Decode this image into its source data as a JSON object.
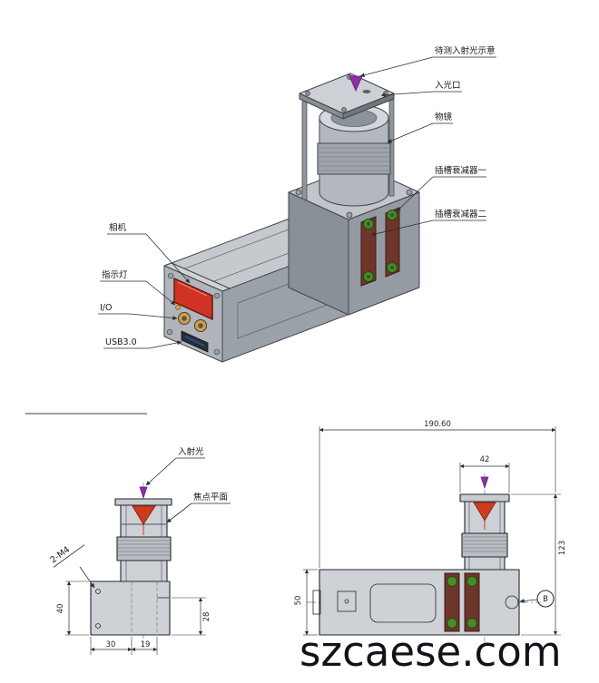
{
  "iso": {
    "incident_note": "待测入射光示意",
    "light_inlet": "入光口",
    "objective": "物镜",
    "attenuator1": "插槽衰减器一",
    "attenuator2": "插槽衰减器二",
    "camera": "相机",
    "indicator": "指示灯",
    "io": "I/O",
    "usb": "USB3.0"
  },
  "side": {
    "incident_light": "入射光",
    "focal_plane": "焦点平面",
    "holes": "2-M4",
    "dims": {
      "h": "40",
      "h2": "28",
      "w1": "30",
      "w2": "19"
    }
  },
  "front": {
    "dims": {
      "length": "190.60",
      "tower_w": "42",
      "height": "123",
      "base_h": "50"
    },
    "balloon": "B"
  },
  "watermark": "szcaese.com",
  "colors": {
    "body_gray": "#9ba1a8",
    "screen_red": "#d03224",
    "knob_green": "#4a8a2a",
    "beam_purple": "#8c2fa8"
  }
}
